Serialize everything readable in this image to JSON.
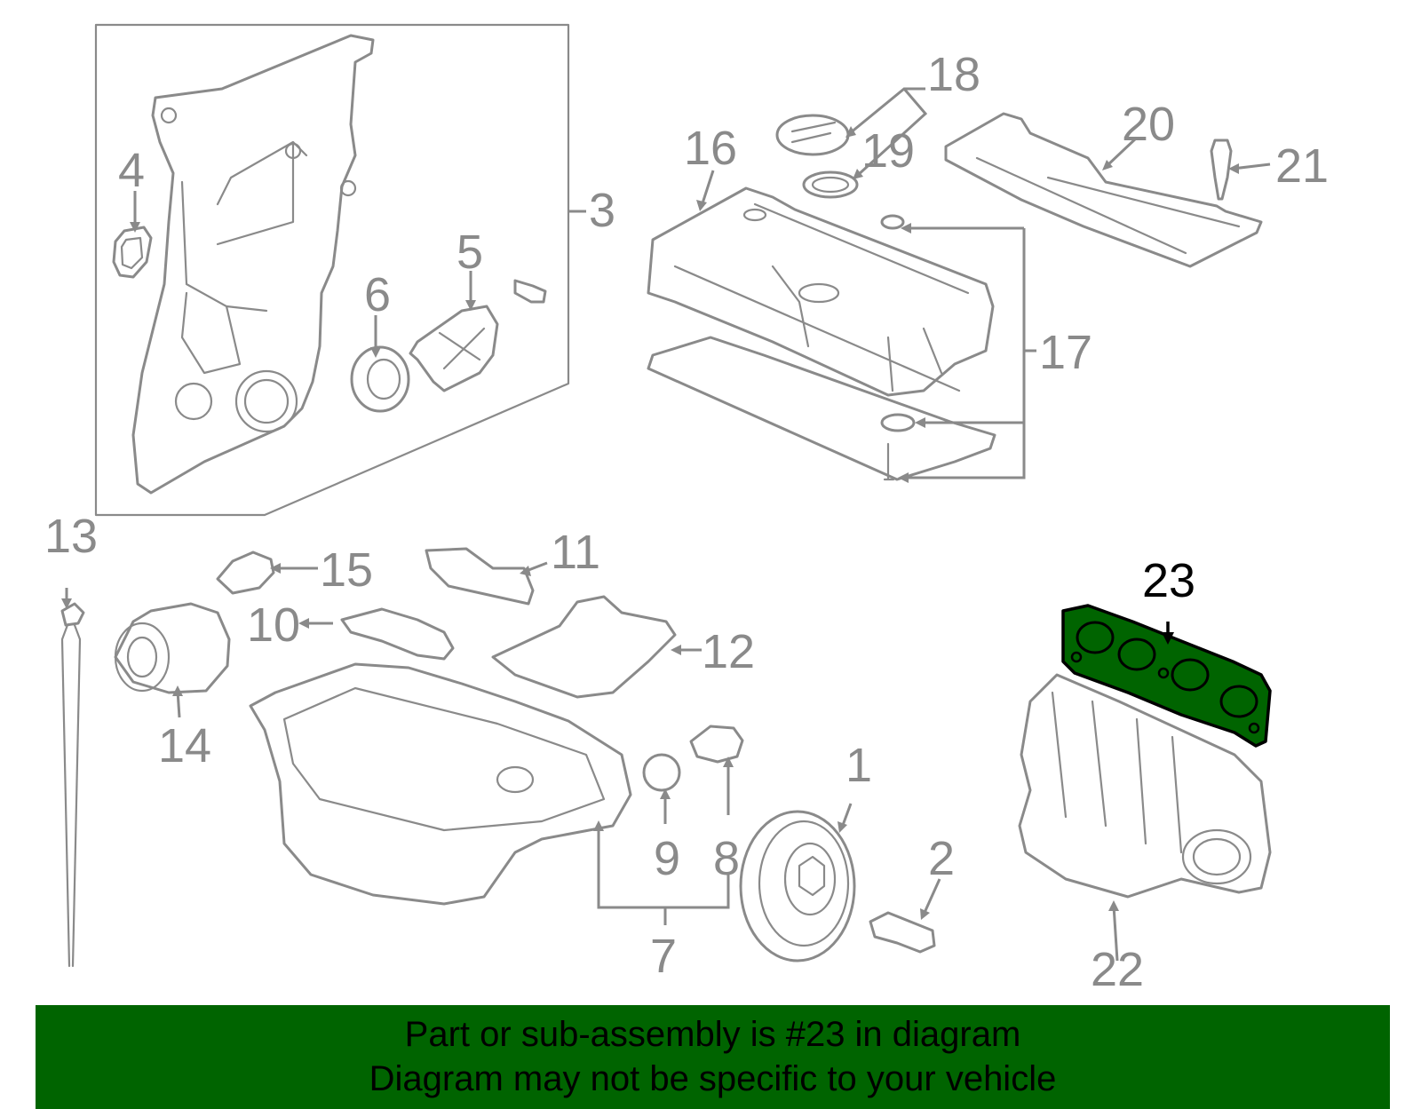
{
  "callouts": {
    "c1": "1",
    "c2": "2",
    "c3": "3",
    "c4": "4",
    "c5": "5",
    "c6": "6",
    "c7": "7",
    "c8": "8",
    "c9": "9",
    "c10": "10",
    "c11": "11",
    "c12": "12",
    "c13": "13",
    "c14": "14",
    "c15": "15",
    "c16": "16",
    "c17": "17",
    "c18": "18",
    "c19": "19",
    "c20": "20",
    "c21": "21",
    "c22": "22",
    "c23": "23"
  },
  "highlight": {
    "part": "23",
    "fill_color": "#006400",
    "text_color": "#000000"
  },
  "banner": {
    "line1": "Part or sub-assembly is #23 in diagram",
    "line2": "Diagram may not be specific to your vehicle",
    "background": "#006400"
  },
  "colors": {
    "line_art": "#8a8a8a",
    "background": "#ffffff"
  }
}
